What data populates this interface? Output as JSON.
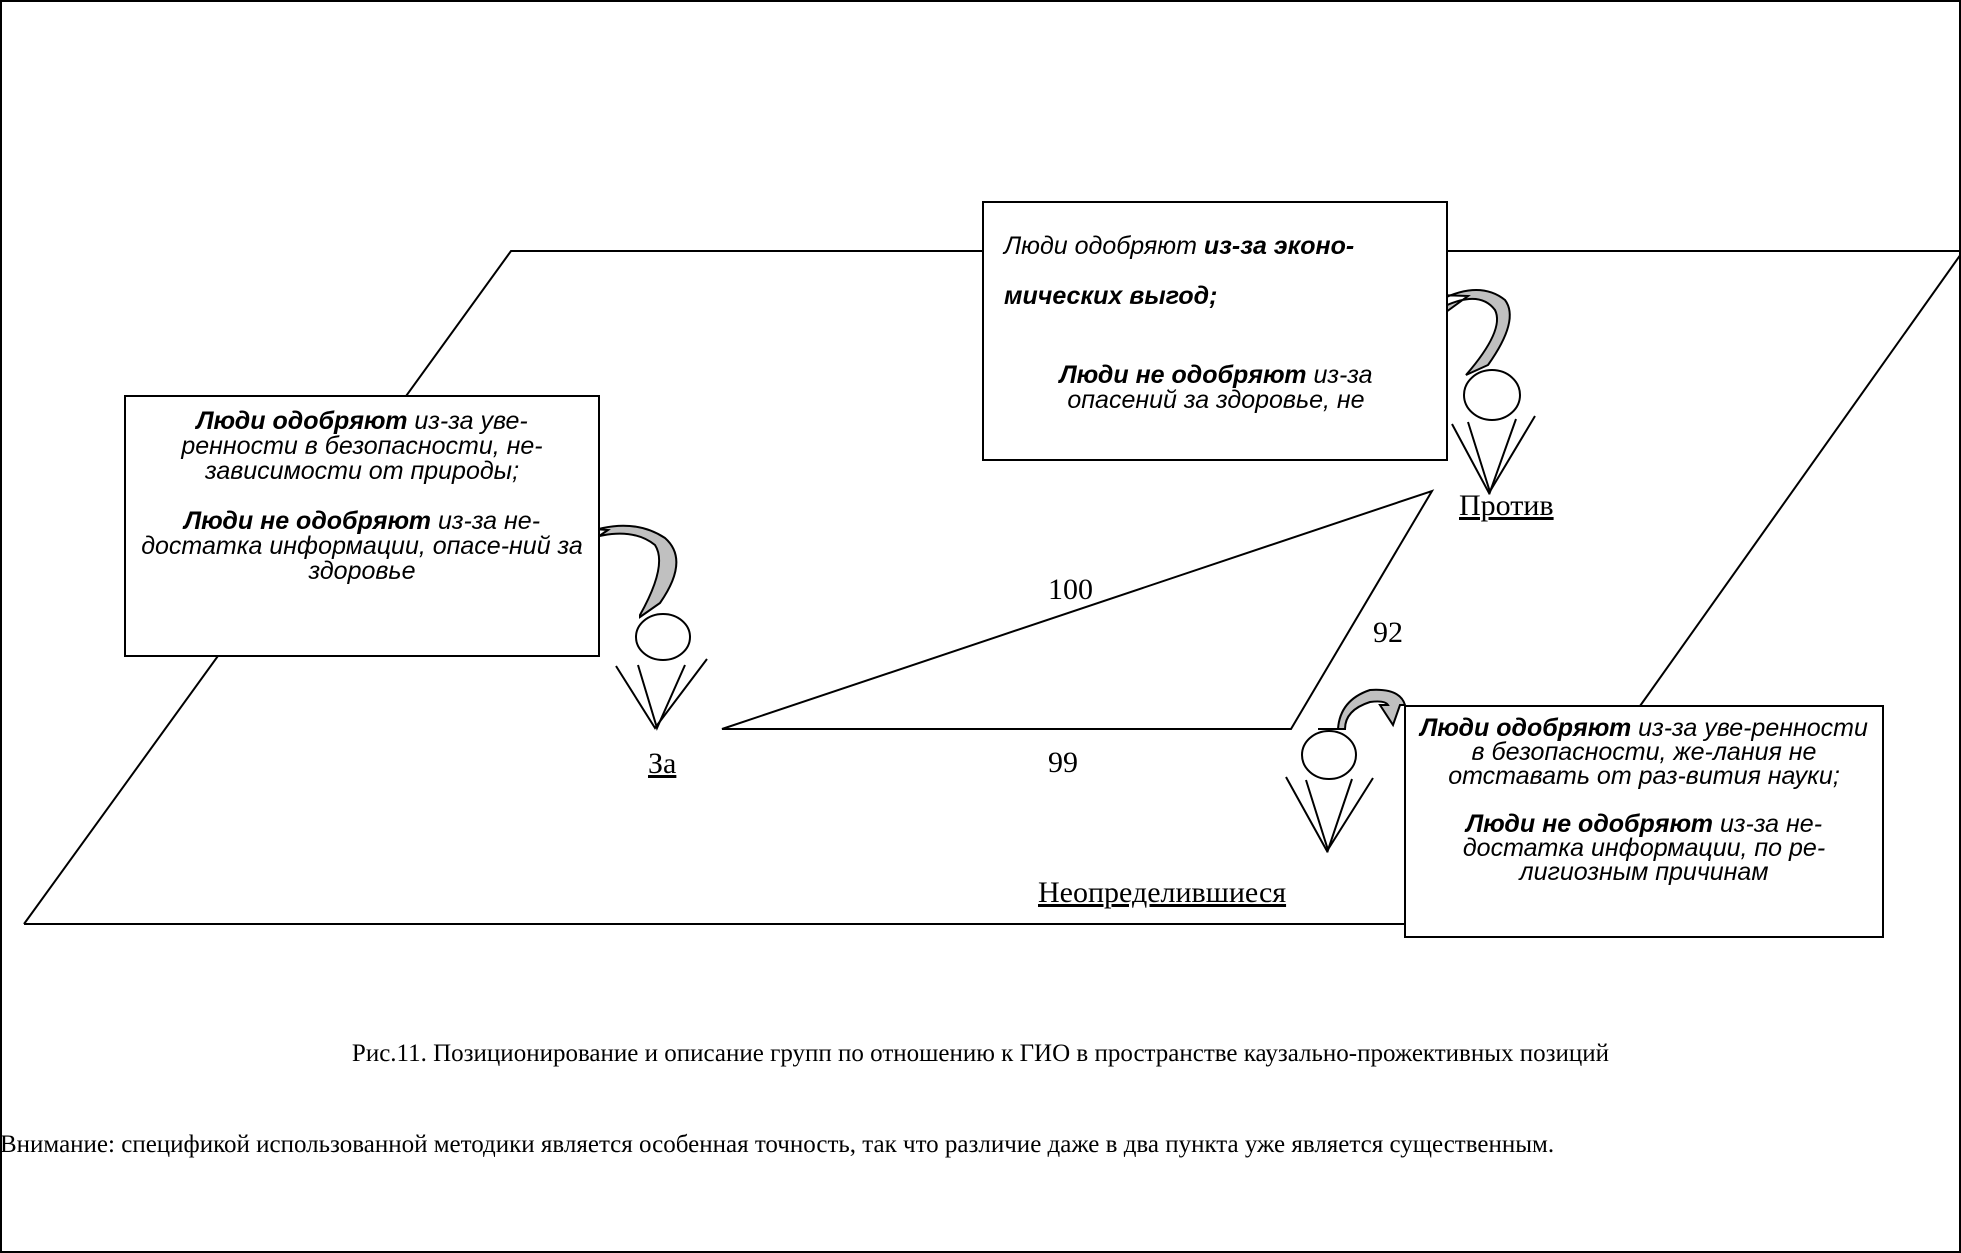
{
  "groups": {
    "za": {
      "label": "За",
      "approve_lead": "Люди одобряют",
      "approve_text": " из-за уве-ренности в безопасности, не-зависимости от природы;",
      "disapprove_lead": "Люди не одобряют",
      "disapprove_text": " из-за не-достатка информации, опасе-ний за здоровье"
    },
    "protiv": {
      "label": "Против",
      "approve_lead": "Люди одобряют ",
      "approve_bold": "из-за эконо-мических выгод;",
      "disapprove_lead": "Люди не одобряют",
      "disapprove_text": " из-за опасений за здоровье, не"
    },
    "neopredelivshiesya": {
      "label": "Неопределившиеся",
      "approve_lead": "Люди одобряют",
      "approve_text": " из-за уве-ренности в безопасности, же-лания не отставать от раз-вития науки;",
      "disapprove_lead": "Люди не одобряют",
      "disapprove_text": " из-за не-достатка информации, по ре-лигиозным причинам"
    }
  },
  "distances": {
    "za_protiv": "100",
    "protiv_neopredelivshiesya": "92",
    "za_neopredelivshiesya": "99"
  },
  "caption": "Рис.11. Позиционирование и описание групп по отношению к ГИО в пространстве каузально-прожективных позиций",
  "note": "Внимание: спецификой использованной методики является особенная точность, так что различие даже в два пункта уже является существенным.",
  "colors": {
    "line": "#000000",
    "arrow_fill": "#c0c0c0",
    "background": "#ffffff"
  }
}
